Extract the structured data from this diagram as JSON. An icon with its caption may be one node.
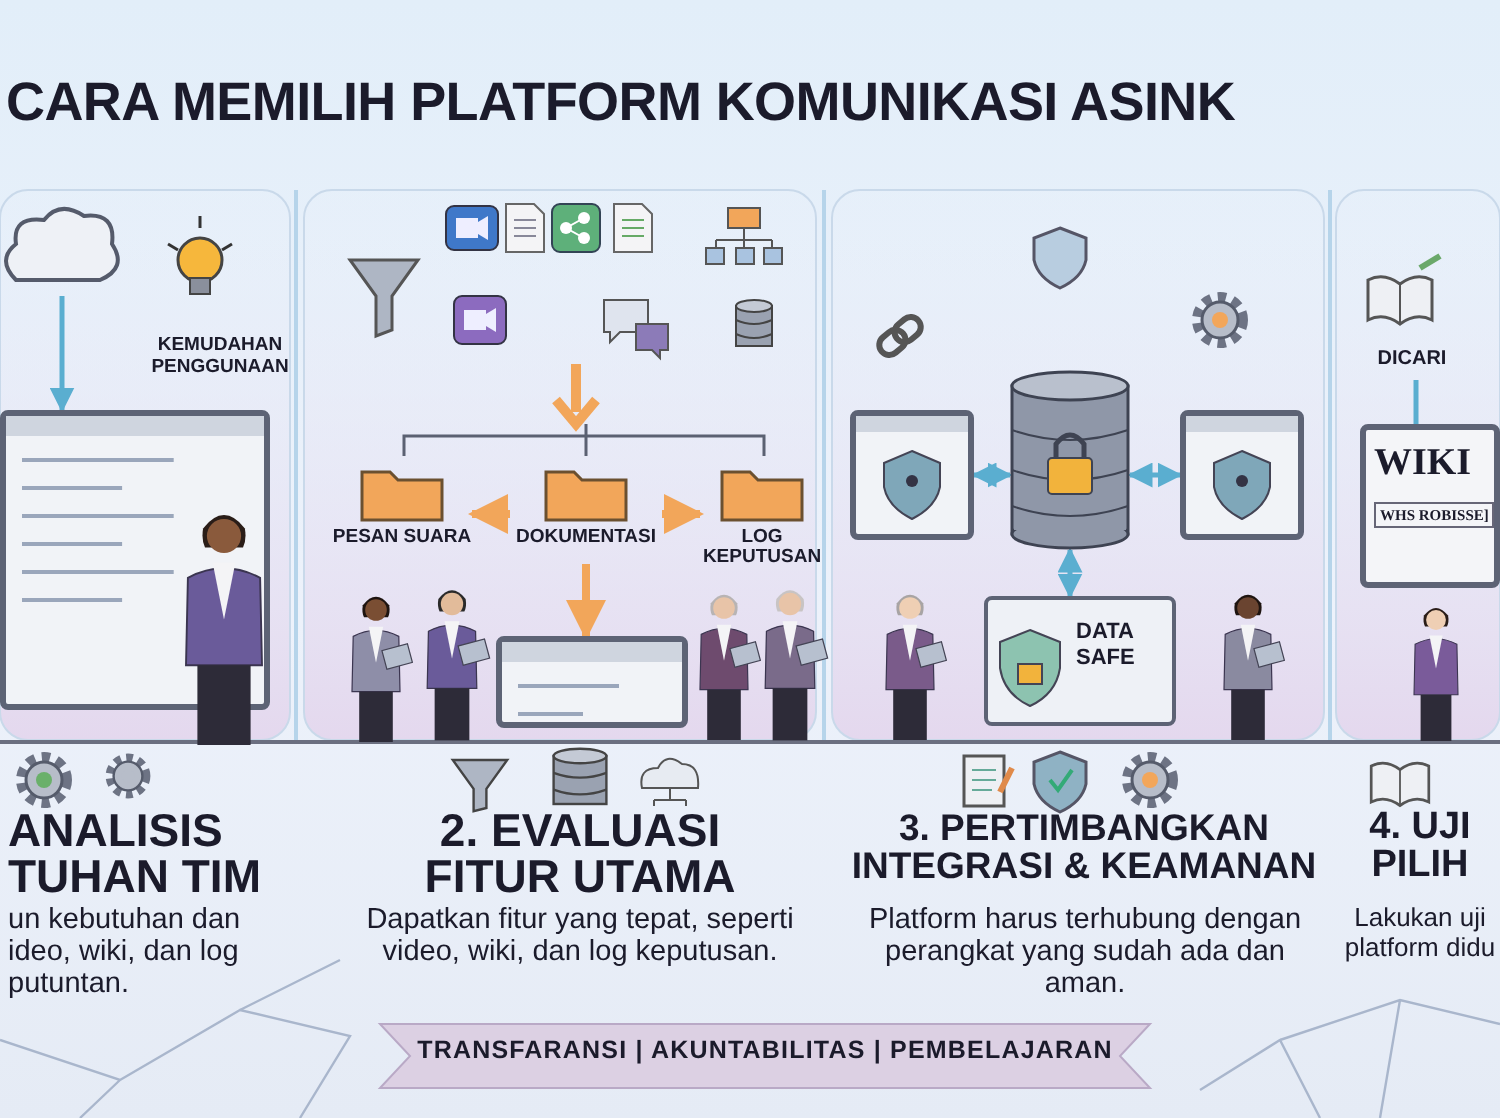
{
  "diagram": {
    "title": "CARA MEMILIH PLATFORM KOMUNIKASI ASINK",
    "nodes": [
      {
        "text": [],
        "shape": "cloud"
      },
      {
        "text": [],
        "shape": "box"
      },
      {
        "text": [
          "PESAN SUARA"
        ]
      },
      {
        "text": [
          "DOKUMENTASI"
        ]
      },
      {
        "text": [
          "LOG KEPUTUSAN"
        ]
      },
      {
        "text": [],
        "shape": "box"
      },
      {
        "text": [],
        "shape": "box"
      },
      {
        "text": [],
        "shape": "cylinder"
      },
      {
        "text": [],
        "shape": "box"
      },
      {
        "text": [
          "DATA SAFE"
        ]
      },
      {
        "text": [
          "DICARI"
        ]
      },
      {
        "text": [
          "WIKI",
          "WHS ROBISSE]"
        ]
      }
    ],
    "edges": [
      {
        "from": 0,
        "to": 1,
        "arrow": "to"
      },
      {
        "from": 3,
        "to": 2,
        "arrow": "to",
        "color": "#f2a65a"
      },
      {
        "from": 3,
        "to": 4,
        "arrow": "to",
        "color": "#f2a65a"
      },
      {
        "from": 3,
        "to": 5,
        "arrow": "to",
        "color": "#f2a65a"
      },
      {
        "from": 7,
        "to": 6,
        "arrow": "both"
      },
      {
        "from": 7,
        "to": 8,
        "arrow": "both"
      },
      {
        "from": 7,
        "to": 9,
        "arrow": "both"
      },
      {
        "from": 10,
        "to": 11,
        "arrow": "none"
      }
    ],
    "labels": [
      "KEMUDAHAN PENGGUNAAN",
      "ANALISIS TUHAN TIM",
      "un kebutuhan dan ideo, wiki, dan log putuntan.",
      "2. EVALUASI FITUR UTAMA",
      "Dapatkan fitur yang tepat, seperti video, wiki, dan log keputusan.",
      "3. PERTIMBANGKAN INTEGRASI & KEAMANAN",
      "Platform harus terhubung dengan perangkat yang sudah ada dan aman.",
      "4. UJI PILIH",
      "Lakukan uji platform didu",
      "TRANSFARANSI | AKUNTABILITAS | PEMBELAJARAN"
    ]
  }
}
